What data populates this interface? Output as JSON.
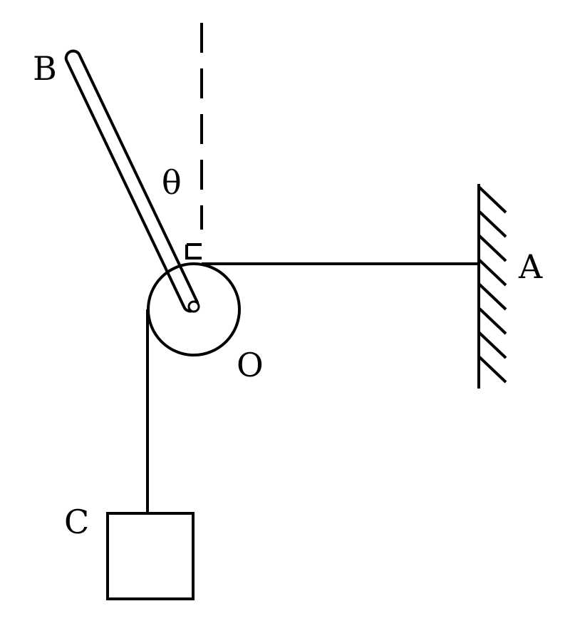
{
  "labels": {
    "B": "B",
    "theta": "θ",
    "A": "A",
    "O": "O",
    "C": "C"
  },
  "colors": {
    "ink": "#000000",
    "background": "#ffffff"
  }
}
